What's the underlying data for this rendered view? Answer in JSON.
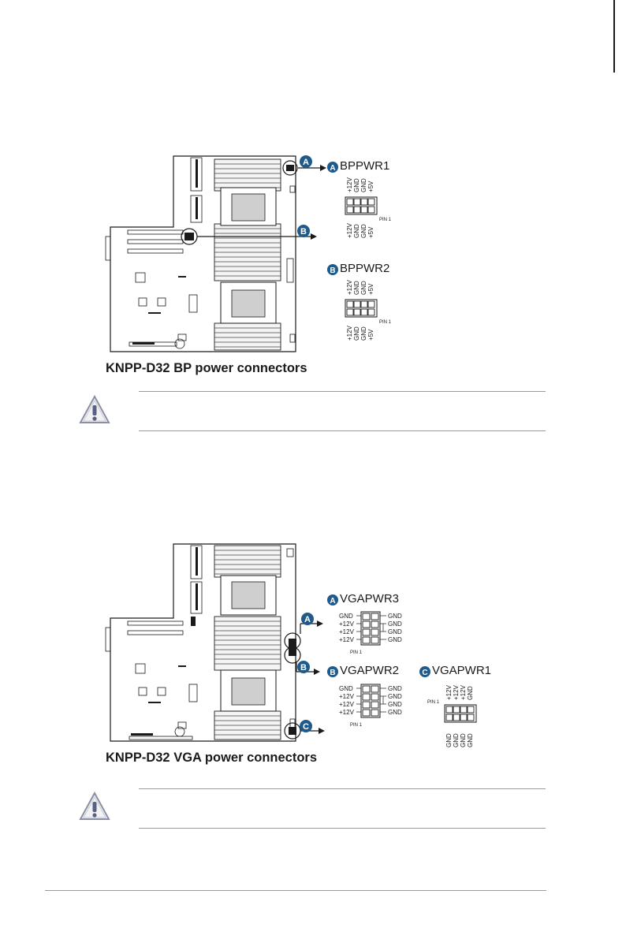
{
  "section1": {
    "caption": "KNPP-D32 BP power connectors",
    "connectors": [
      {
        "marker": "A",
        "name": "BPPWR1",
        "top_pins": [
          "+12V",
          "GND",
          "GND",
          "+5V"
        ],
        "bottom_pins": [
          "+12V",
          "GND",
          "GND",
          "+5V"
        ],
        "pin1_label": "PIN 1"
      },
      {
        "marker": "B",
        "name": "BPPWR2",
        "top_pins": [
          "+12V",
          "GND",
          "GND",
          "+5V"
        ],
        "bottom_pins": [
          "+12V",
          "GND",
          "GND",
          "+5V"
        ],
        "pin1_label": "PIN 1"
      }
    ]
  },
  "section2": {
    "caption": "KNPP-D32 VGA power connectors",
    "connectors": [
      {
        "marker": "A",
        "name": "VGAPWR3",
        "left_pins": [
          "GND",
          "+12V",
          "+12V",
          "+12V"
        ],
        "right_pins": [
          "GND",
          "GND",
          "GND",
          "GND"
        ],
        "pin1_label": "PIN 1"
      },
      {
        "marker": "B",
        "name": "VGAPWR2",
        "left_pins": [
          "GND",
          "+12V",
          "+12V",
          "+12V"
        ],
        "right_pins": [
          "GND",
          "GND",
          "GND",
          "GND"
        ],
        "pin1_label": "PIN 1"
      },
      {
        "marker": "C",
        "name": "VGAPWR1",
        "top_pins": [
          "+12V",
          "+12V",
          "+12V",
          "GND"
        ],
        "bottom_pins": [
          "GND",
          "GND",
          "GND",
          "GND"
        ],
        "pin1_label": "PIN 1"
      }
    ]
  },
  "colors": {
    "marker_fill": "#1f5a8c",
    "ink": "#1a1a1a",
    "rule": "#9a9a9a"
  },
  "icons": [
    "warning-triangle-icon",
    "warning-triangle-icon"
  ]
}
